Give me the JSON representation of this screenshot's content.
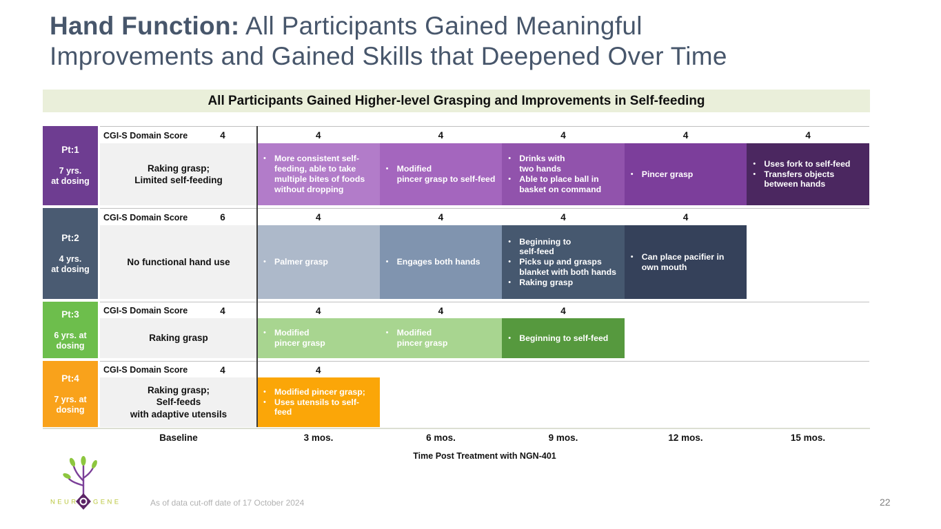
{
  "header": {
    "title_emphasis": "Hand Function:",
    "title_line1_rest": " All Participants Gained Meaningful",
    "title_line2": "Improvements and Gained Skills that Deepened Over Time",
    "banner": "All Participants Gained Higher-level Grasping and Improvements in Self-feeding"
  },
  "table": {
    "score_label": "CGI-S Domain Score",
    "patients": [
      {
        "id": "Pt:1",
        "age_lines": [
          "7 yrs.",
          "at dosing"
        ],
        "color": "#6E3D91",
        "baseline_lines": [
          "Raking grasp;",
          "Limited self-feeding"
        ],
        "scores": [
          "4",
          "4",
          "4",
          "4",
          "4",
          "4"
        ],
        "cells": [
          {
            "col": 1,
            "color": "#B27CC9",
            "bullets": [
              "More consistent self-feeding, able to take multiple bites of foods without dropping"
            ]
          },
          {
            "col": 2,
            "color": "#A466BE",
            "bullets": [
              "Modified\npincer grasp to self-feed"
            ]
          },
          {
            "col": 3,
            "color": "#9153AC",
            "bullets": [
              "Drinks with\ntwo hands",
              "Able to place ball in basket on command"
            ]
          },
          {
            "col": 4,
            "color": "#7C3E9B",
            "bullets": [
              "Pincer grasp"
            ]
          },
          {
            "col": 5,
            "color": "#4B2760",
            "bullets": [
              "Uses fork to self-feed",
              "Transfers objects between hands"
            ]
          }
        ]
      },
      {
        "id": "Pt:2",
        "age_lines": [
          "4 yrs.",
          "at dosing"
        ],
        "color": "#4A5B72",
        "baseline_lines": [
          "No functional hand use"
        ],
        "scores": [
          "6",
          "4",
          "4",
          "4",
          "4",
          ""
        ],
        "cells": [
          {
            "col": 1,
            "color": "#ADB9CA",
            "bullets": [
              "Palmer grasp"
            ]
          },
          {
            "col": 2,
            "color": "#8094AF",
            "bullets": [
              "Engages both hands"
            ]
          },
          {
            "col": 3,
            "color": "#46586F",
            "bullets": [
              "Beginning to\nself-feed",
              "Picks up and grasps blanket with both hands",
              "Raking grasp"
            ]
          },
          {
            "col": 4,
            "color": "#35415A",
            "bullets": [
              "Can place pacifier in own mouth"
            ]
          }
        ]
      },
      {
        "id": "Pt:3",
        "age_lines": [
          "6 yrs. at",
          "dosing"
        ],
        "color": "#6DBE4C",
        "baseline_lines": [
          "Raking grasp"
        ],
        "scores": [
          "4",
          "4",
          "4",
          "4",
          "",
          ""
        ],
        "cells": [
          {
            "col": 1,
            "color": "#A8D590",
            "bullets": [
              "Modified\npincer grasp"
            ]
          },
          {
            "col": 2,
            "color": "#A8D590",
            "bullets": [
              "Modified\npincer grasp"
            ]
          },
          {
            "col": 3,
            "color": "#56993E",
            "bullets": [
              "Beginning to self-feed"
            ]
          }
        ]
      },
      {
        "id": "Pt:4",
        "age_lines": [
          "7 yrs. at",
          "dosing"
        ],
        "color": "#F9A21B",
        "baseline_lines": [
          "Raking grasp;",
          "Self-feeds",
          "with adaptive utensils"
        ],
        "scores": [
          "4",
          "4",
          "",
          "",
          "",
          ""
        ],
        "cells": [
          {
            "col": 1,
            "color": "#FBA608",
            "bullets": [
              "Modified pincer grasp;",
              "Uses utensils to self-feed"
            ]
          }
        ]
      }
    ]
  },
  "axis": {
    "labels": [
      "Baseline",
      "3 mos.",
      "6 mos.",
      "9 mos.",
      "12 mos.",
      "15 mos."
    ],
    "title": "Time Post Treatment with NGN-401"
  },
  "footer": {
    "note": "As of data cut-off date of 17 October 2024",
    "page": "22",
    "logo": {
      "left": "NEUR",
      "right": "GENE"
    },
    "logo_colors": {
      "branch": "#7B3F98",
      "leaf": "#8DC63F",
      "diamond": "#5C2566",
      "letters": "#B9C63C"
    }
  }
}
